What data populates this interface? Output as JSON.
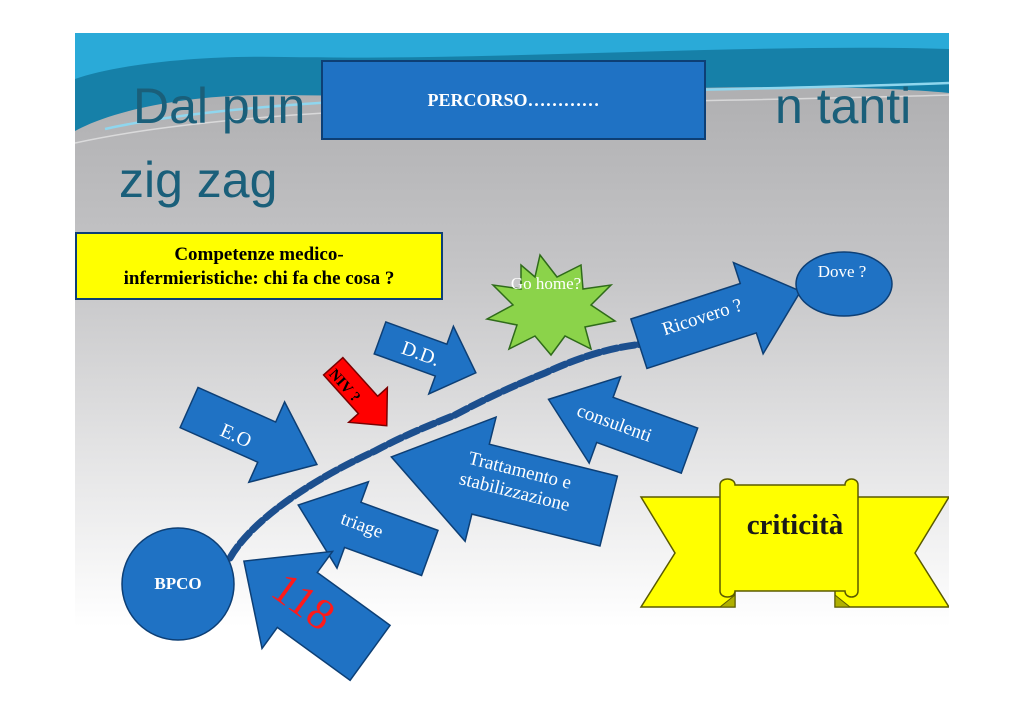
{
  "title": {
    "line1_left": "Dal pun",
    "line1_right": "n tanti",
    "line2": "zig zag"
  },
  "percorso_box": "PERCORSO…………",
  "competenze_box": "Competenze medico-\ninfermieristiche: chi fa che cosa ?",
  "arrows": {
    "eo": "E.O",
    "dd": "D.D.",
    "niv": "NIV ?",
    "ricovero": "Ricovero ?",
    "consulenti": "consulenti",
    "trattamento": "Trattamento e stabilizzazione",
    "triage": "triage",
    "n118": "118"
  },
  "go_home": "Go home?",
  "dove": "Dove ?",
  "bpco": "BPCO",
  "criticita": "criticità",
  "colors": {
    "arrow_blue": "#1f72c4",
    "title_teal": "#1a5f7a",
    "banner_yellow": "#ffff00",
    "starburst_green": "#8bd34a",
    "niv_red": "#ff0000"
  }
}
